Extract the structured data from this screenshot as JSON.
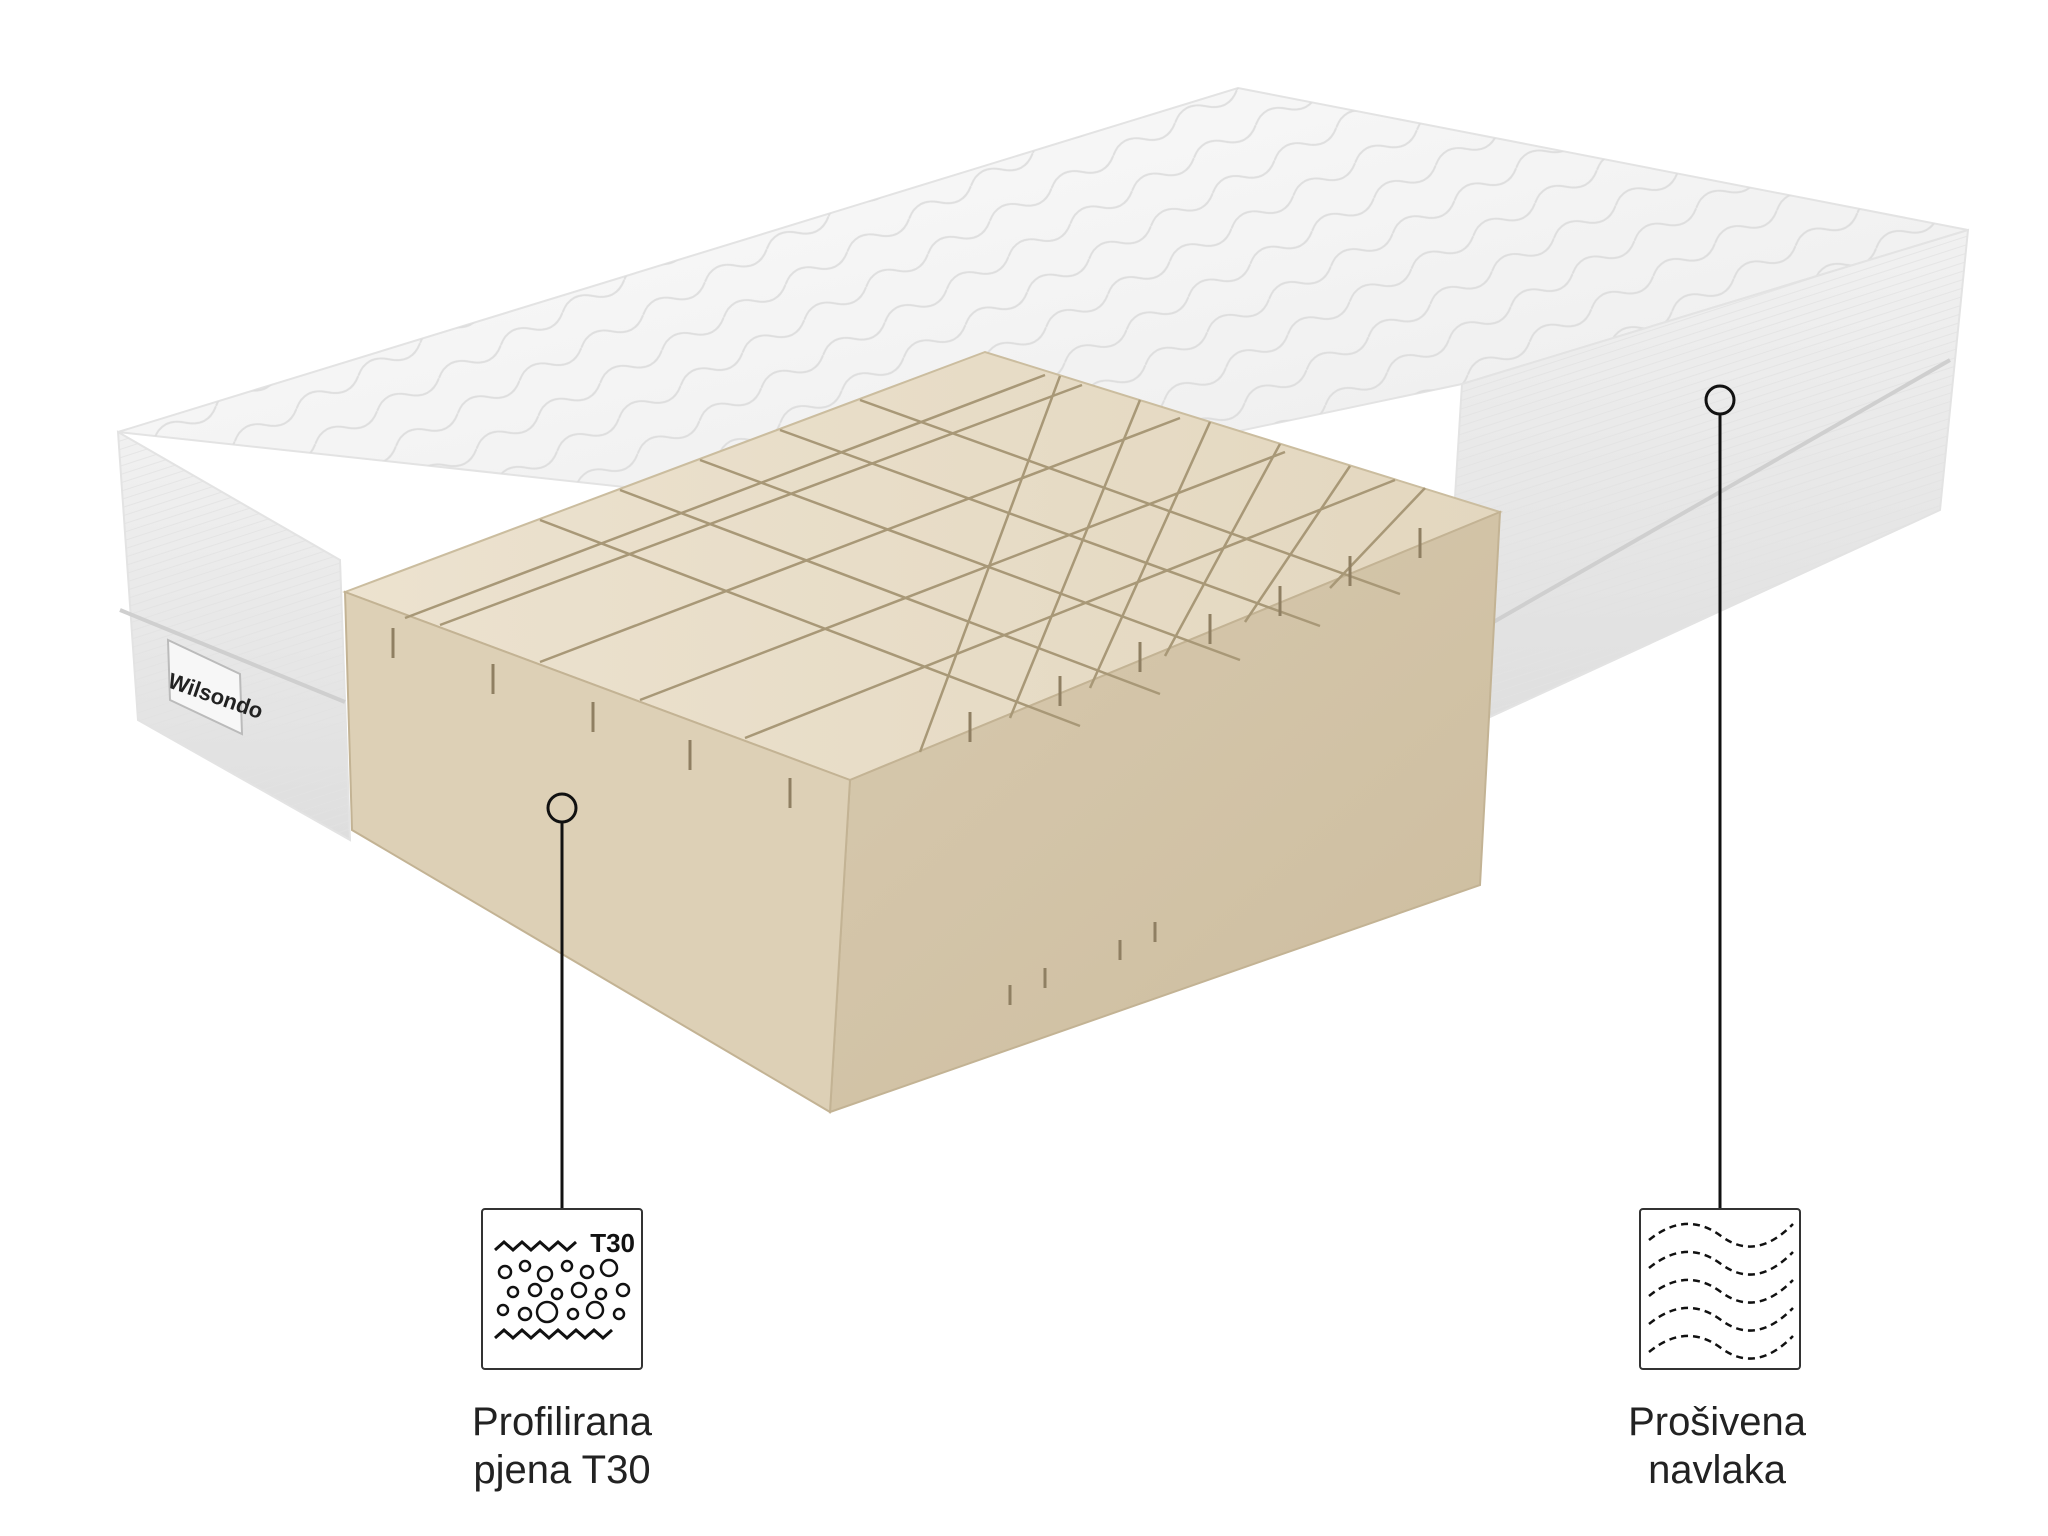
{
  "product": {
    "brand_label": "Wilsondo"
  },
  "features": [
    {
      "id": "foam",
      "icon": "foam-layer-icon",
      "icon_text": "T30",
      "caption_line1": "Profilirana",
      "caption_line2": "pjena T30"
    },
    {
      "id": "cover",
      "icon": "quilted-cover-icon",
      "caption_line1": "Prošivena",
      "caption_line2": "navlaka"
    }
  ],
  "colors": {
    "foam": "#e7dcc6",
    "foam_shadow": "#d8cab0",
    "cover": "#f4f4f4",
    "line": "#111111"
  }
}
